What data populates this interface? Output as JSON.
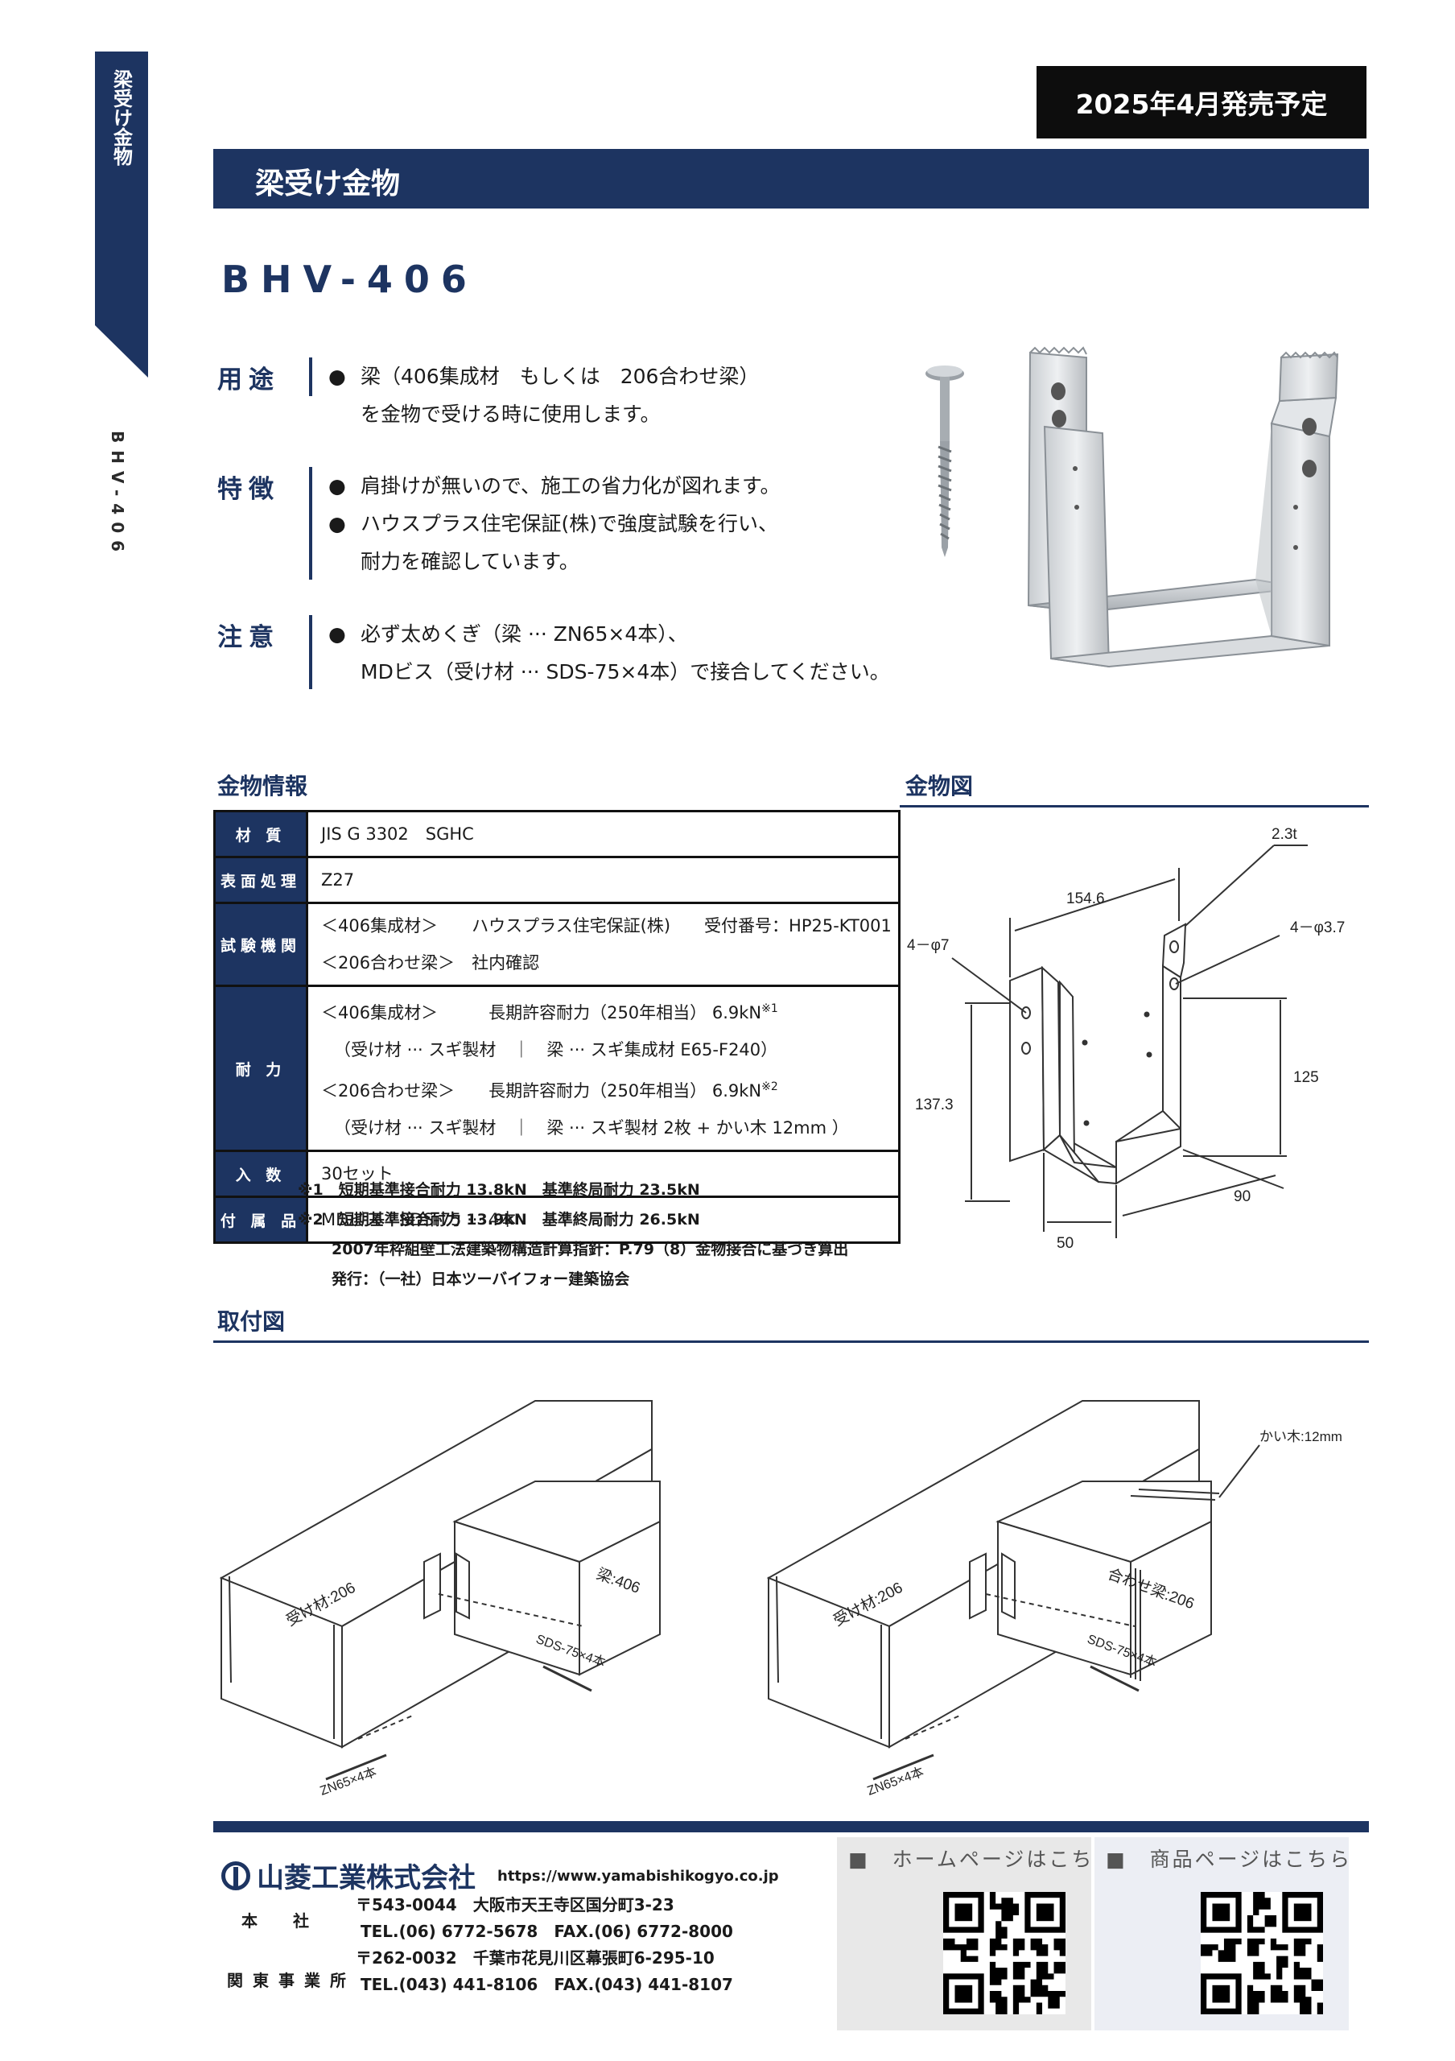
{
  "side_tab": {
    "category": "梁受け金物",
    "model": "BHV-406"
  },
  "release": "2025年4月発売予定",
  "title": "梁受け金物",
  "model": "BHV-406",
  "sections": [
    {
      "label": "用途",
      "lines": [
        {
          "bullet": "●",
          "text": "梁（406集成材　もしくは　206合わせ梁）"
        },
        {
          "bullet": "",
          "text": "を金物で受ける時に使用します。"
        }
      ]
    },
    {
      "label": "特徴",
      "lines": [
        {
          "bullet": "●",
          "text": "肩掛けが無いので、施工の省力化が図れます。"
        },
        {
          "bullet": "●",
          "text": "ハウスプラス住宅保証(株)で強度試験を行い、"
        },
        {
          "bullet": "",
          "text": "耐力を確認しています。"
        }
      ]
    },
    {
      "label": "注意",
      "lines": [
        {
          "bullet": "●",
          "text": "必ず太めくぎ（梁 ··· ZN65×4本）、"
        },
        {
          "bullet": "",
          "text": "MDビス（受け材 ··· SDS-75×4本）で接合してください。"
        }
      ]
    }
  ],
  "info_heading": "金物情報",
  "diagram_heading": "金物図",
  "mount_heading": "取付図",
  "spec": {
    "material": {
      "key": "材 質",
      "value": "JIS G 3302　SGHC"
    },
    "surface": {
      "key": "表面処理",
      "value": "Z27"
    },
    "testing": {
      "key": "試験機関",
      "line1": "＜406集成材＞　　ハウスプラス住宅保証(株)　　受付番号：HP25-KT001",
      "line2": "＜206合わせ梁＞　社内確認"
    },
    "strength": {
      "key": "耐 力",
      "line1": "＜406集成材＞　　　長期許容耐力（250年相当） 6.9kN",
      "sup1": "※1",
      "line2": "（受け材 ··· スギ製材　｜　梁 ··· スギ集成材 E65-F240）",
      "line3": "＜206合わせ梁＞　　長期許容耐力（250年相当） 6.9kN",
      "sup2": "※2",
      "line4": "（受け材 ··· スギ製材　｜　梁 ··· スギ製材 2枚 + かい木 12mm ）"
    },
    "quantity": {
      "key": "入 数",
      "value": "30セット"
    },
    "accessory": {
      "key": "付 属 品",
      "value": "MDビス　SDS-75 ··· 4本"
    }
  },
  "notes": [
    "※1　短期基準接合耐力 13.8kN　基準終局耐力 23.5kN",
    "※2　短期基準接合耐力 13.9kN　基準終局耐力 26.5kN",
    "2007年枠組壁工法建築物構造計算指針：P.79（8）金物接合に基づき算出",
    "発行：（一社）日本ツーバイフォー建築協会"
  ],
  "dims": {
    "width": "154.6",
    "thickness": "2.3t",
    "hole_large": "4－φ7",
    "hole_small": "4－φ3.7",
    "height_left": "137.3",
    "height_right": "125",
    "depth": "90",
    "inner_width": "50"
  },
  "mount_labels": {
    "left_support": "受け材:206",
    "left_beam": "梁:406",
    "left_screw": "SDS-75×4本",
    "left_nail": "ZN65×4本",
    "right_support": "受け材:206",
    "right_beam": "合わせ梁:206",
    "right_screw": "SDS-75×4本",
    "right_nail": "ZN65×4本",
    "shim": "かい木:12mm"
  },
  "footer": {
    "company": "山菱工業株式会社",
    "url": "https://www.yamabishikogyo.co.jp",
    "head_office": "本　社",
    "head_addr": "〒543-0044　大阪市天王寺区国分町3-23",
    "head_tel": "TEL.(06) 6772-5678　FAX.(06) 6772-8000",
    "kanto_office": "関東事業所",
    "kanto_addr": "〒262-0032　千葉市花見川区幕張町6-295-10",
    "kanto_tel": "TEL.(043) 441-8106　FAX.(043) 441-8107",
    "qr_home": "■　ホームページはこちら",
    "qr_product": "■　商品ページはこちら"
  },
  "colors": {
    "navy": "#1d3461",
    "black": "#0d0d0d"
  }
}
